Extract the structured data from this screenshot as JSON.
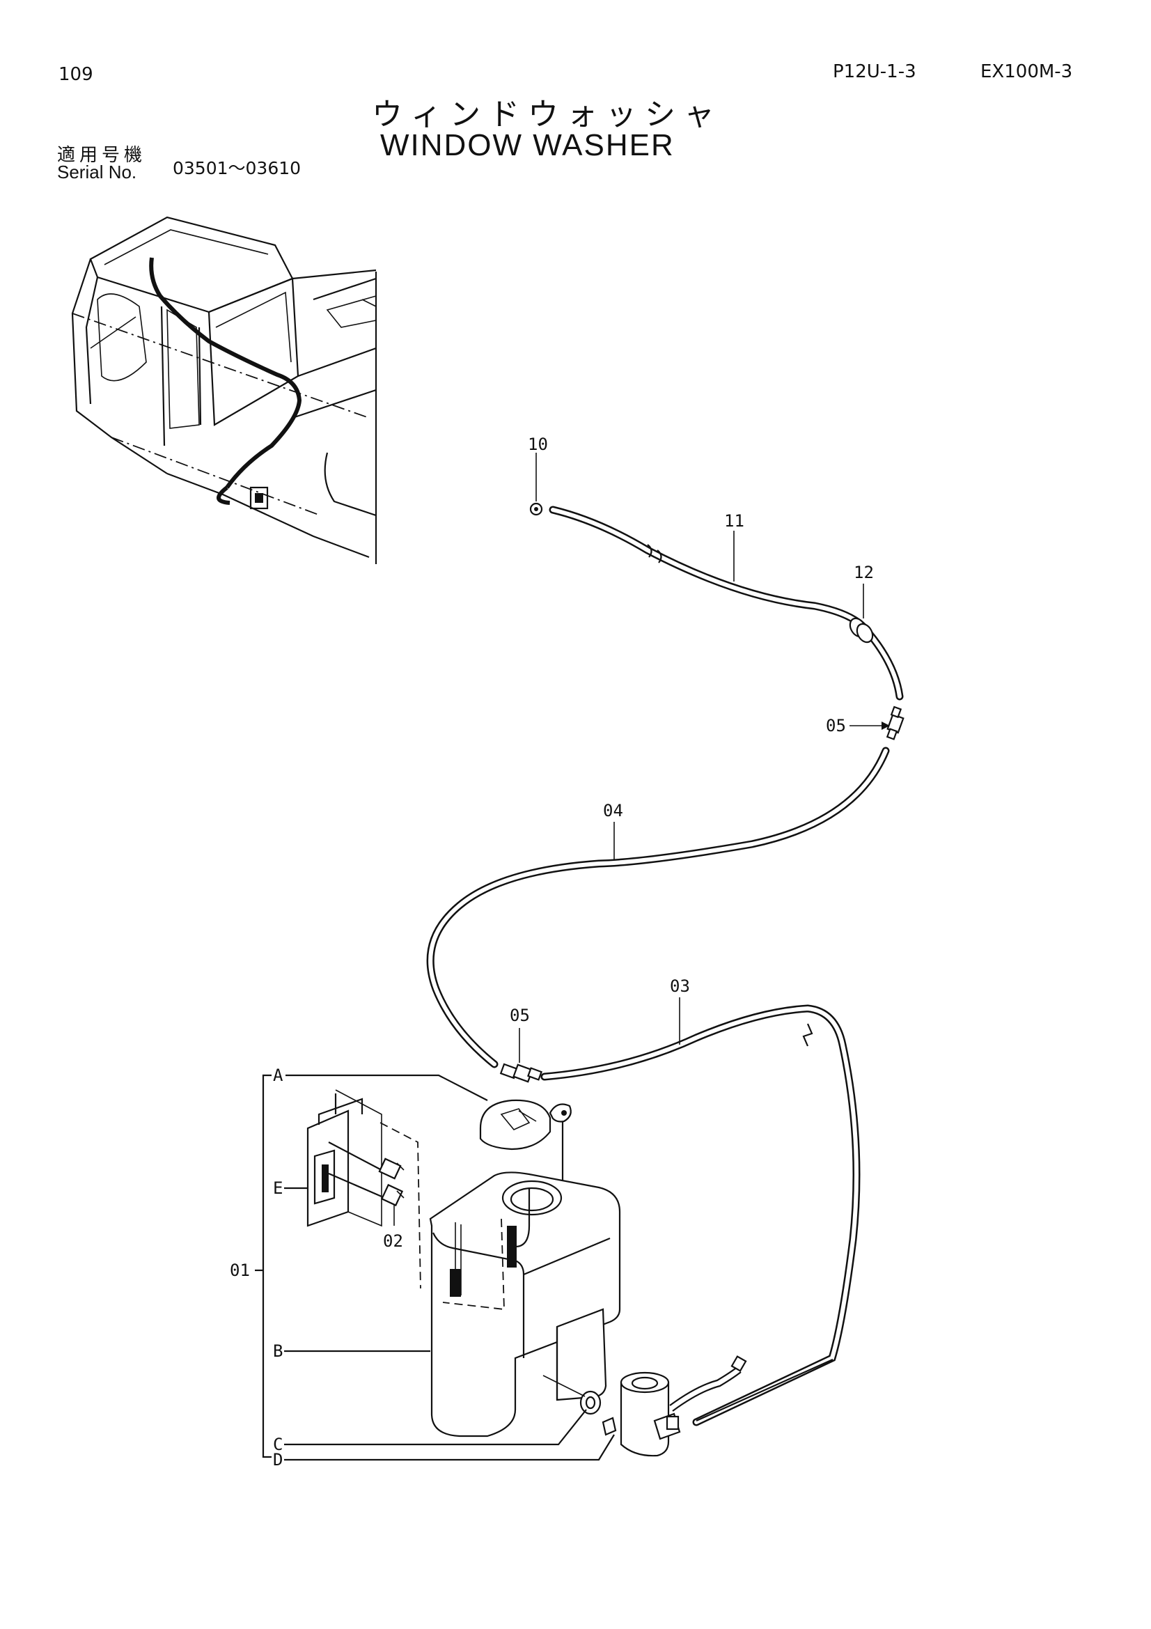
{
  "header": {
    "page_number": "109",
    "catalog_code": "P12U-1-3",
    "model_code": "EX100M-3",
    "title_ja": "ウィンドウォッシャ",
    "title_en": "WINDOW WASHER",
    "serial_label_ja": "適用号機",
    "serial_label_en": "Serial No.",
    "serial_range": "03501～03610"
  },
  "callouts": {
    "c10": "10",
    "c11": "11",
    "c12": "12",
    "c05_upper": "05",
    "c04": "04",
    "c05_lower": "05",
    "c03": "03",
    "c02": "02",
    "c01": "01",
    "sub_a": "A",
    "sub_e": "E",
    "sub_b": "B",
    "sub_c": "C",
    "sub_d": "D"
  }
}
